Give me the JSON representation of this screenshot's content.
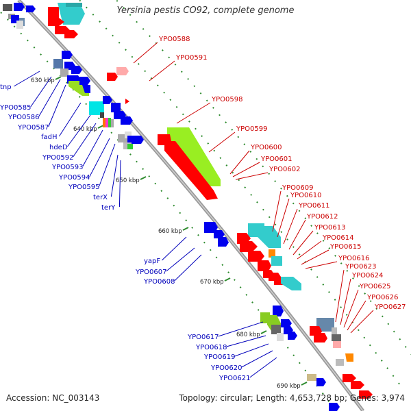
{
  "title": "Yersinia pestis CO92, complete genome",
  "footer": {
    "accession": "Accession: NC_003143",
    "stats": "Topology: circular; Length: 4,653,728 bp; Genes: 3,974"
  },
  "colors": {
    "backbone": "#999999",
    "forward_label": "#cc0000",
    "reverse_label": "#0000bb",
    "tick": "#2e8b2e"
  },
  "ticks": [
    "630 kbp",
    "640 kbp",
    "650 kbp",
    "660 kbp",
    "670 kbp",
    "680 kbp",
    "690 kbp"
  ],
  "forward_labels": [
    "YPO0588",
    "YPO0591",
    "YPO0598",
    "YPO0599",
    "YPO0600",
    "YPO0601",
    "YPO0602",
    "YPO0609",
    "YPO0610",
    "YPO0611",
    "YPO0612",
    "YPO0613",
    "YPO0614",
    "YPO0615",
    "YPO0616",
    "YPO0623",
    "YPO0624",
    "YPO0625",
    "YPO0626",
    "YPO0627"
  ],
  "reverse_labels": [
    "tnp",
    "YPO0585",
    "YPO0586",
    "YPO0587",
    "fadH",
    "hdeD",
    "YPO0592",
    "YPO0593",
    "YPO0594",
    "YPO0595",
    "terX",
    "terY",
    "yapF",
    "YPO0607",
    "YPO0608",
    "YPO0617",
    "YPO0618",
    "YPO0619",
    "YPO0620",
    "YPO0621"
  ]
}
